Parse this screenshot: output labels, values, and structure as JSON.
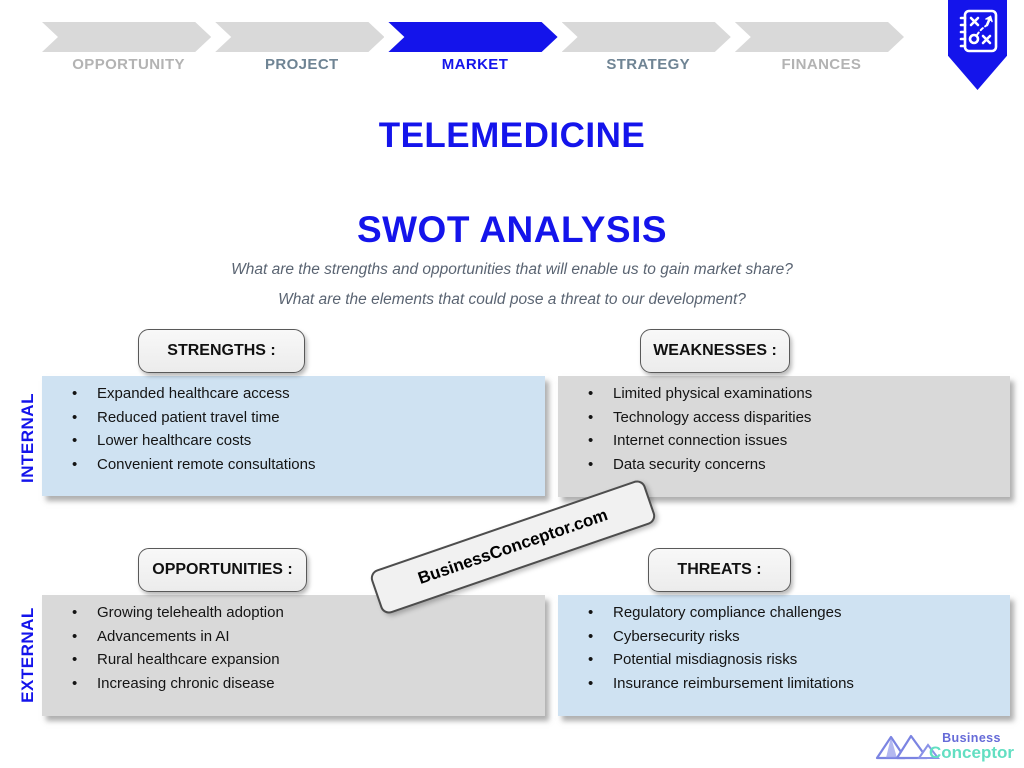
{
  "process_bar": {
    "steps": [
      {
        "label": "OPPORTUNITY",
        "state": "inactive"
      },
      {
        "label": "PROJECT",
        "state": "done"
      },
      {
        "label": "MARKET",
        "state": "active"
      },
      {
        "label": "STRATEGY",
        "state": "done"
      },
      {
        "label": "FINANCES",
        "state": "inactive"
      }
    ]
  },
  "bookmark_icon": "tactics-plan-icon",
  "titles": {
    "main": "TELEMEDICINE",
    "sub": "SWOT ANALYSIS"
  },
  "questions": [
    "What are the strengths and opportunities that will enable us to gain market share?",
    "What are the elements that could pose a threat to our development?"
  ],
  "axis_labels": {
    "internal": "INTERNAL",
    "external": "EXTERNAL"
  },
  "swot": {
    "strengths": {
      "label": "STRENGTHS :",
      "items": [
        "Expanded healthcare access",
        "Reduced patient travel time",
        "Lower healthcare costs",
        "Convenient remote consultations"
      ]
    },
    "weaknesses": {
      "label": "WEAKNESSES :",
      "items": [
        "Limited physical examinations",
        "Technology access disparities",
        "Internet connection issues",
        "Data security concerns"
      ]
    },
    "opportunities": {
      "label": "OPPORTUNITIES :",
      "items": [
        "Growing telehealth adoption",
        "Advancements in AI",
        "Rural healthcare expansion",
        "Increasing chronic disease"
      ]
    },
    "threats": {
      "label": "THREATS :",
      "items": [
        "Regulatory compliance challenges",
        "Cybersecurity risks",
        "Potential misdiagnosis risks",
        "Insurance reimbursement limitations"
      ]
    }
  },
  "watermark": "BusinessConceptor.com",
  "logo": {
    "line1": "Business",
    "line2": "Conceptor"
  },
  "colors": {
    "accent-blue": "#1414eb",
    "arrow-gray": "#d9d9d9",
    "step-inactive": "#b3b3b3",
    "step-done": "#6f8494",
    "panel-blue": "#cfe2f2",
    "panel-gray": "#d9d9d9",
    "pill-border": "#595959",
    "question-text": "#5a6472",
    "logo-purple": "#666bd8",
    "logo-teal": "#62dfc2"
  }
}
